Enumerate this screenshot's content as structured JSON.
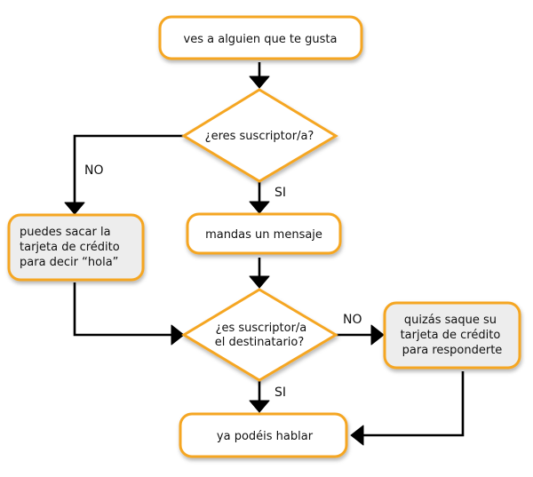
{
  "colors": {
    "border": "#f5a623",
    "fill_white": "#ffffff",
    "fill_shaded": "#ededed",
    "line": "#000000",
    "text": "#111111"
  },
  "nodes": {
    "start": "ves a alguien que te gusta",
    "q_subscriber": "¿eres suscriptor/a?",
    "send_message": "mandas un mensaje",
    "buy_card": [
      "puedes sacar la",
      "tarjeta de crédito",
      "para decir “hola”"
    ],
    "q_recipient": [
      "¿es suscriptor/a",
      "el destinatario?"
    ],
    "recipient_card": [
      "quizás saque su",
      "tarjeta de crédito",
      "para responderte"
    ],
    "end": "ya podéis hablar"
  },
  "edge_labels": {
    "no1": "NO",
    "yes1": "SI",
    "no2": "NO",
    "yes2": "SI"
  }
}
